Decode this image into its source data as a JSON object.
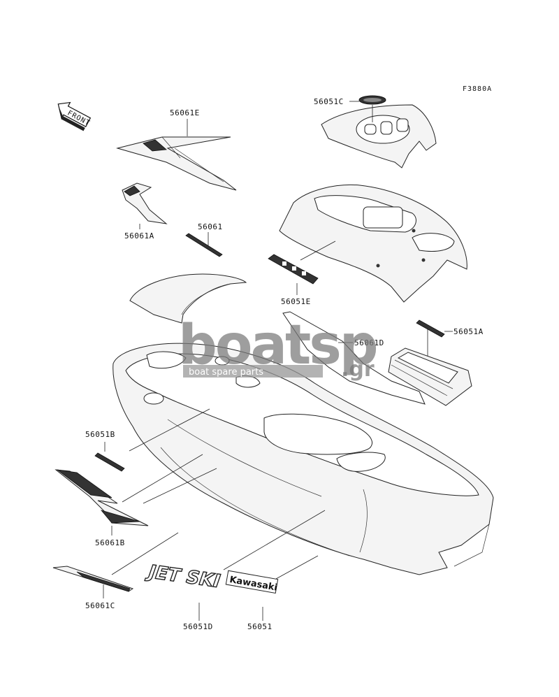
{
  "figure_code": "F3880A",
  "front_marker": {
    "text": "FRONT",
    "icon": "front-arrow-icon"
  },
  "watermark": {
    "brand": "boatsp",
    "tagline": "boat spare parts",
    "suffix": ".gr"
  },
  "decals": {
    "jetski": "JET SKI",
    "kawasaki": "Kawasaki"
  },
  "parts": [
    {
      "id": "56061E",
      "label": "56061E"
    },
    {
      "id": "56061A",
      "label": "56061A"
    },
    {
      "id": "56061",
      "label": "56061"
    },
    {
      "id": "56051C",
      "label": "56051C"
    },
    {
      "id": "56051E",
      "label": "56051E"
    },
    {
      "id": "56061D",
      "label": "56061D"
    },
    {
      "id": "56051A",
      "label": "56051A"
    },
    {
      "id": "56051B",
      "label": "56051B"
    },
    {
      "id": "56061B",
      "label": "56061B"
    },
    {
      "id": "56061C",
      "label": "56061C"
    },
    {
      "id": "56051D",
      "label": "56051D"
    },
    {
      "id": "56051",
      "label": "56051"
    }
  ]
}
